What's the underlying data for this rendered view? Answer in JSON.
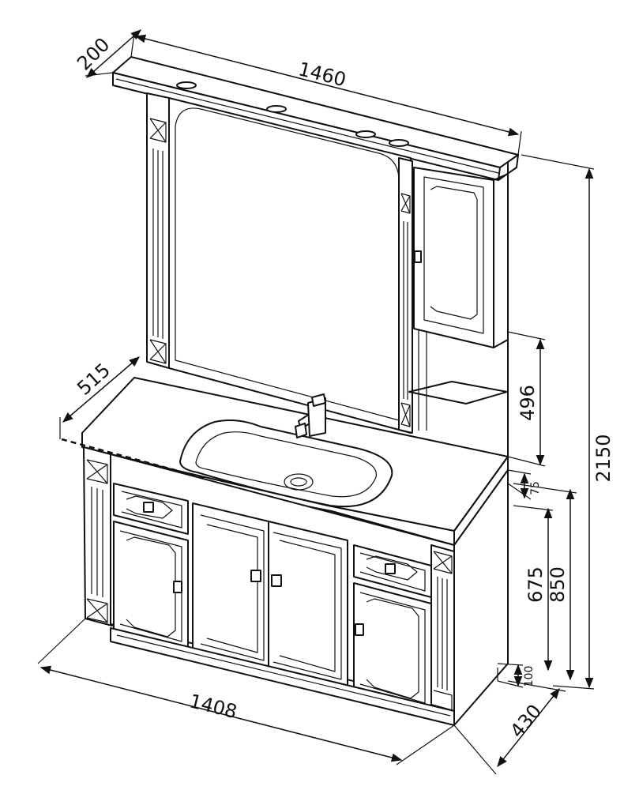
{
  "dimensions": {
    "top_width": "1460",
    "top_depth": "200",
    "basin_depth": "515",
    "mirror_gap": "496",
    "total_height": "2150",
    "top_thickness": "75",
    "cabinet_height": "675",
    "counter_height": "850",
    "plinth_height": "100",
    "base_width": "1408",
    "base_depth": "430"
  }
}
